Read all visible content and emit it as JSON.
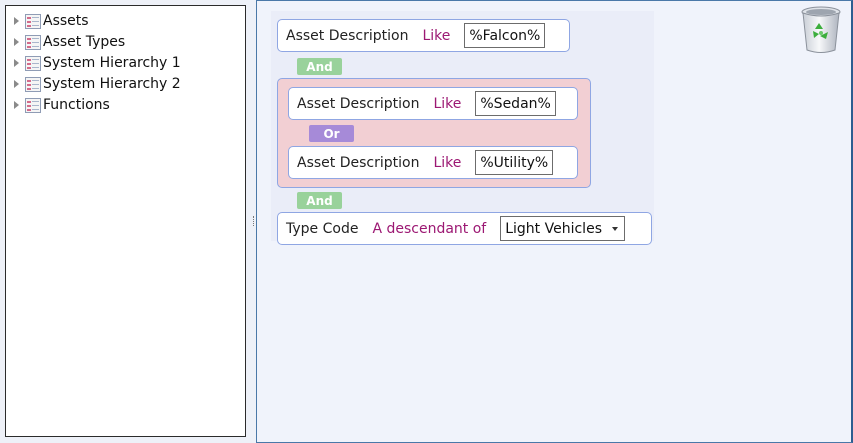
{
  "tree": {
    "items": [
      {
        "label": "Assets",
        "icon": "list-icon"
      },
      {
        "label": "Asset Types",
        "icon": "list-icon"
      },
      {
        "label": "System Hierarchy 1",
        "icon": "list-icon"
      },
      {
        "label": "System Hierarchy 2",
        "icon": "list-icon"
      },
      {
        "label": "Functions",
        "icon": "list-icon"
      }
    ]
  },
  "query": {
    "cond1": {
      "field": "Asset Description",
      "op": "Like",
      "value": "%Falcon%"
    },
    "join1": "And",
    "group": {
      "cond_a": {
        "field": "Asset Description",
        "op": "Like",
        "value": "%Sedan%"
      },
      "join": "Or",
      "cond_b": {
        "field": "Asset Description",
        "op": "Like",
        "value": "%Utility%"
      }
    },
    "join2": "And",
    "cond2": {
      "field": "Type Code",
      "op": "A descendant of",
      "value": "Light Vehicles"
    }
  },
  "colors": {
    "operator": "#9c1873",
    "and_badge": "#99d29b",
    "or_badge": "#a68ad8",
    "group_bg": "#f2cfd3",
    "border_accent": "#8fa6e3"
  },
  "icons": {
    "trash": "recycle-bin-icon"
  }
}
